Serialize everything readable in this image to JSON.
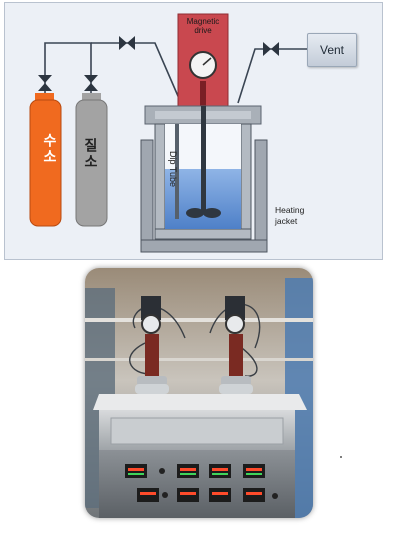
{
  "schematic": {
    "cylinder_1_label": "수소",
    "cylinder_2_label": "질소",
    "magnetic_drive_label": "Magnetic\ndrive",
    "vent_label": "Vent",
    "dip_tube_label": "Dip Tube",
    "heating_jacket_label": "Heating\njacket",
    "colors": {
      "hydrogen_cylinder": "#f06a1f",
      "nitrogen_cylinder": "#a3a3a3",
      "magnetic_drive": "#c9484f",
      "liquid": "#5d8ed3",
      "vessel": "#a9b0b8",
      "vent_box": "#d3dae4"
    }
  },
  "photo": {
    "description_icon": "reactor-photo",
    "display_readouts": []
  }
}
